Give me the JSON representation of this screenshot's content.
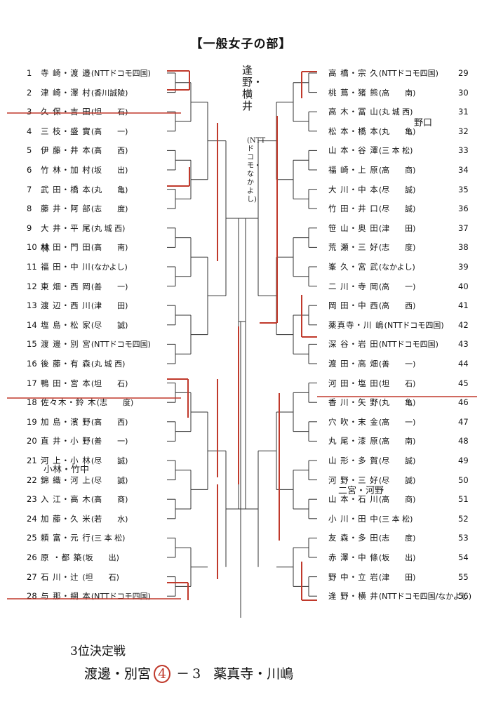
{
  "title": "【一般女子の部】",
  "left_entries": [
    {
      "num": "1",
      "pair": "寺 崎・渡 邉",
      "team": "(NTTドコモ四国)"
    },
    {
      "num": "2",
      "pair": "津 崎・澤 村",
      "team": "(香川誠陵)"
    },
    {
      "num": "3",
      "pair": "久 保・吉 田",
      "team": "(坦　　石)"
    },
    {
      "num": "4",
      "pair": "三 枝・盛 實",
      "team": "(高　　一)"
    },
    {
      "num": "5",
      "pair": "伊 藤・井 本",
      "team": "(高　　西)"
    },
    {
      "num": "6",
      "pair": "竹 林・加 村",
      "team": "(坂　　出)"
    },
    {
      "num": "7",
      "pair": "武 田・橋 本",
      "team": "(丸　　亀)"
    },
    {
      "num": "8",
      "pair": "藤 井・阿 部",
      "team": "(志　　度)"
    },
    {
      "num": "9",
      "pair": "大 井・平 尾",
      "team": "(丸 城 西)"
    },
    {
      "num": "10",
      "pair": "林 田・門 田",
      "team": "(高　　南)"
    },
    {
      "num": "11",
      "pair": "福 田・中 川",
      "team": "(なかよし)"
    },
    {
      "num": "12",
      "pair": "東 畑・西 岡",
      "team": "(善　　一)"
    },
    {
      "num": "13",
      "pair": "渡 辺・西 川",
      "team": "(津　　田)"
    },
    {
      "num": "14",
      "pair": "塩 島・松 家",
      "team": "(尽　　誠)"
    },
    {
      "num": "15",
      "pair": "渡 邊・別 宮",
      "team": "(NTTドコモ四国)"
    },
    {
      "num": "16",
      "pair": "後 藤・有 森",
      "team": "(丸 城 西)"
    },
    {
      "num": "17",
      "pair": "鴨 田・宮 本",
      "team": "(坦　　石)"
    },
    {
      "num": "18",
      "pair": "佐々木・鈴 木",
      "team": "(志　　度)"
    },
    {
      "num": "19",
      "pair": "加 島・濱 野",
      "team": "(高　　西)"
    },
    {
      "num": "20",
      "pair": "直 井・小 野",
      "team": "(善　　一)"
    },
    {
      "num": "21",
      "pair": "河 上・小 林",
      "team": "(尽　　誠)"
    },
    {
      "num": "22",
      "pair": "錦 織・河 上",
      "team": "(尽　　誠)"
    },
    {
      "num": "23",
      "pair": "入 江・高 木",
      "team": "(高　　商)"
    },
    {
      "num": "24",
      "pair": "加 藤・久 米",
      "team": "(若　　水)"
    },
    {
      "num": "25",
      "pair": "頼 富・元 行",
      "team": "(三 本 松)"
    },
    {
      "num": "26",
      "pair": "原 ・都 築",
      "team": "(坂　　出)"
    },
    {
      "num": "27",
      "pair": "石 川・辻 ",
      "team": "(坦　　石)"
    },
    {
      "num": "28",
      "pair": "与 那・網 本",
      "team": "(NTTドコモ四国)"
    }
  ],
  "right_entries": [
    {
      "num": "29",
      "pair": "高 橋・宗 久",
      "team": "(NTTドコモ四国)"
    },
    {
      "num": "30",
      "pair": "桃 蔦・猪 熊",
      "team": "(高　　南)"
    },
    {
      "num": "31",
      "pair": "高 木・冨 山",
      "team": "(丸 城 西)"
    },
    {
      "num": "32",
      "pair": "松 本・橋 本",
      "team": "(丸　　亀)"
    },
    {
      "num": "33",
      "pair": "山 本・谷 澤",
      "team": "(三 本 松)"
    },
    {
      "num": "34",
      "pair": "福 崎・上 原",
      "team": "(高　　商)"
    },
    {
      "num": "35",
      "pair": "大 川・中 本",
      "team": "(尽　　誠)"
    },
    {
      "num": "36",
      "pair": "竹 田・井 口",
      "team": "(尽　　誠)"
    },
    {
      "num": "37",
      "pair": "笹 山・奥 田",
      "team": "(津　　田)"
    },
    {
      "num": "38",
      "pair": "荒 瀬・三 好",
      "team": "(志　　度)"
    },
    {
      "num": "39",
      "pair": "峯 久・宮 武",
      "team": "(なかよし)"
    },
    {
      "num": "40",
      "pair": "二 川・寺 岡",
      "team": "(高　　一)"
    },
    {
      "num": "41",
      "pair": "岡 田・中 西",
      "team": "(高　　西)"
    },
    {
      "num": "42",
      "pair": "薬真寺・川 嶋",
      "team": "(NTTドコモ四国)"
    },
    {
      "num": "43",
      "pair": "深 谷・岩 田",
      "team": "(NTTドコモ四国)"
    },
    {
      "num": "44",
      "pair": "渡 田・高 畑",
      "team": "(善　　一)"
    },
    {
      "num": "45",
      "pair": "河 田・塩 田",
      "team": "(坦　　石)"
    },
    {
      "num": "46",
      "pair": "香 川・矢 野",
      "team": "(丸　　亀)"
    },
    {
      "num": "47",
      "pair": "穴 吹・末 金",
      "team": "(高　　一)"
    },
    {
      "num": "48",
      "pair": "丸 尾・漆 原",
      "team": "(高　　南)"
    },
    {
      "num": "49",
      "pair": "山 形・多 賀",
      "team": "(尽　　誠)"
    },
    {
      "num": "50",
      "pair": "河 野・三 好",
      "team": "(尽　　誠)"
    },
    {
      "num": "51",
      "pair": "山 本・石 川",
      "team": "(高　　商)"
    },
    {
      "num": "52",
      "pair": "小 川・田 中",
      "team": "(三 本 松)"
    },
    {
      "num": "53",
      "pair": "友 森・多 田",
      "team": "(志　　度)"
    },
    {
      "num": "54",
      "pair": "赤 澤・中 條",
      "team": "(坂　　出)"
    },
    {
      "num": "55",
      "pair": "野 中・立 岩",
      "team": "(津　　田)"
    },
    {
      "num": "56",
      "pair": "逢 野・横 井",
      "team": "(NTTドコモ四国/なかよし)"
    }
  ],
  "handwritten": {
    "winner_vertical": "逢野・横井",
    "winner_team_vertical": "(NTTドコモ・なかよし)",
    "note_title": "3位決定戦",
    "result_left": "渡邊・別宮",
    "result_score_left": "4",
    "result_sep": "－",
    "result_score_right": "3",
    "result_right": "薬真寺・川嶋",
    "correction_10": "林",
    "correction_21": "小林・竹中",
    "correction_32": "野口",
    "correction_50": "二宮・河野"
  }
}
